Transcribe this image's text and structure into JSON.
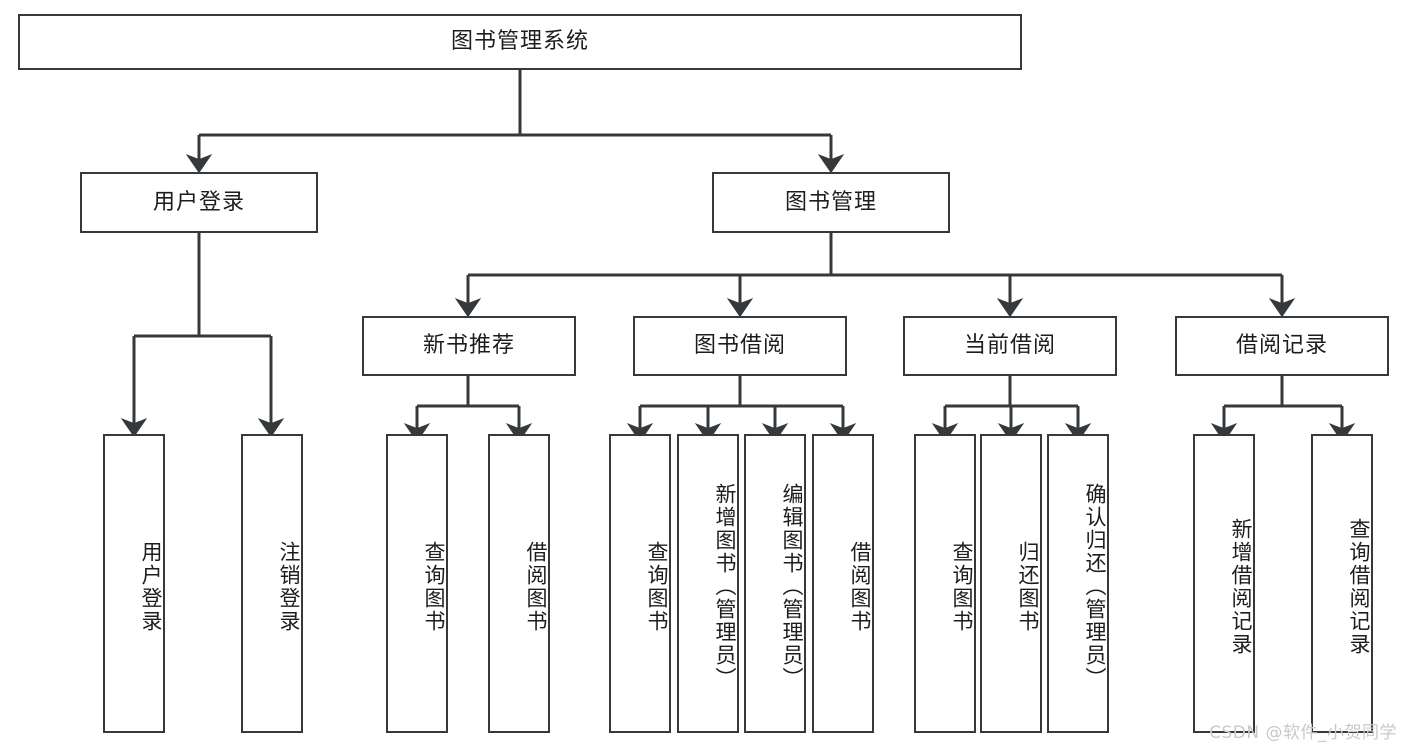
{
  "diagram": {
    "type": "tree",
    "title": "图书管理系统",
    "root": {
      "label": "图书管理系统",
      "level": 0
    },
    "level1": [
      {
        "label": "用户登录"
      },
      {
        "label": "图书管理"
      }
    ],
    "level2": [
      {
        "label": "新书推荐"
      },
      {
        "label": "图书借阅"
      },
      {
        "label": "当前借阅"
      },
      {
        "label": "借阅记录"
      }
    ],
    "leaves": {
      "user_login": [
        {
          "label": "用户登录"
        },
        {
          "label": "注销登录"
        }
      ],
      "new_book_recommend": [
        {
          "label": "查询图书"
        },
        {
          "label": "借阅图书"
        }
      ],
      "book_borrow": [
        {
          "label": "查询图书"
        },
        {
          "label": "新增图书（管理员）"
        },
        {
          "label": "编辑图书（管理员）"
        },
        {
          "label": "借阅图书"
        }
      ],
      "current_borrow": [
        {
          "label": "查询图书"
        },
        {
          "label": "归还图书"
        },
        {
          "label": "确认归还（管理员）"
        }
      ],
      "borrow_record": [
        {
          "label": "新增借阅记录"
        },
        {
          "label": "查询借阅记录"
        }
      ]
    }
  },
  "watermark": {
    "text": "CSDN @软件_小贺同学"
  },
  "colors": {
    "stroke": "#35393c",
    "fill": "#ffffff",
    "text": "#1d1d1d",
    "watermark": "#c9c9c9"
  }
}
